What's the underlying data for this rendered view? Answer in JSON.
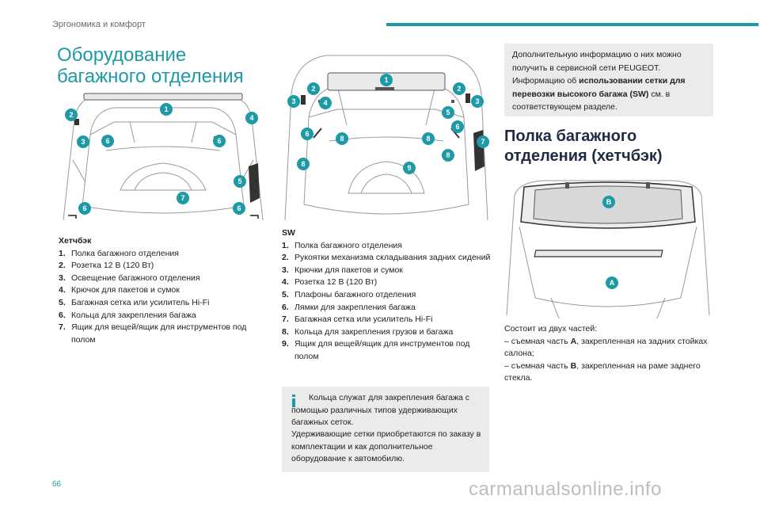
{
  "header": {
    "section": "Эргономика и комфорт",
    "accent_color": "#1e9aa6"
  },
  "page_title": "Оборудование багажного отделения",
  "hatchback": {
    "heading": "Хетчбэк",
    "items": [
      {
        "n": "1.",
        "t": "Полка багажного отделения"
      },
      {
        "n": "2.",
        "t": "Розетка 12 В (120 Вт)"
      },
      {
        "n": "3.",
        "t": "Освещение багажного отделения"
      },
      {
        "n": "4.",
        "t": "Крючок для пакетов и сумок"
      },
      {
        "n": "5.",
        "t": "Багажная сетка или усилитель Hi-Fi"
      },
      {
        "n": "6.",
        "t": "Кольца для закрепления багажа"
      },
      {
        "n": "7.",
        "t": "Ящик для вещей/ящик для инструментов под полом"
      }
    ]
  },
  "sw": {
    "heading": "SW",
    "items": [
      {
        "n": "1.",
        "t": "Полка багажного отделения"
      },
      {
        "n": "2.",
        "t": "Рукоятки механизма складывания задних сидений"
      },
      {
        "n": "3.",
        "t": "Крючки для пакетов и сумок"
      },
      {
        "n": "4.",
        "t": "Розетка 12 В (120 Вт)"
      },
      {
        "n": "5.",
        "t": "Плафоны багажного отделения"
      },
      {
        "n": "6.",
        "t": "Лямки для закрепления багажа"
      },
      {
        "n": "7.",
        "t": "Багажная сетка или усилитель Hi-Fi"
      },
      {
        "n": "8.",
        "t": "Кольца для закрепления грузов и багажа"
      },
      {
        "n": "9.",
        "t": "Ящик для вещей/ящик для инструментов под полом"
      }
    ]
  },
  "note": {
    "line1": "Кольца служат для закрепления багажа с помощью различных типов удерживающих багажных сеток.",
    "line2": "Удерживающие сетки приобретаются по заказу в комплектации и как дополнительное оборудование к автомобилю.",
    "icon": "info-i-icon"
  },
  "info": {
    "pre": "Дополнительную информацию о них можно получить в сервисной сети PEUGEOT. Информацию об ",
    "bold": "использовании сетки для перевозки высокого багажа (SW)",
    "post": " см. в соответствующем разделе."
  },
  "subsection_title": "Полка багажного отделения (хетчбэк)",
  "description": {
    "intro": "Состоит из двух частей:",
    "a_pre": "–  съемная часть ",
    "a_letter": "A",
    "a_post": ", закрепленная на задних стойках салона;",
    "b_pre": "–  съемная часть ",
    "b_letter": "B",
    "b_post": ", закрепленная на раме заднего стекла."
  },
  "figure_badges": {
    "hatchback": [
      "1",
      "2",
      "3",
      "4",
      "5",
      "6",
      "6",
      "6",
      "6",
      "7"
    ],
    "sw": [
      "1",
      "2",
      "2",
      "3",
      "3",
      "4",
      "5",
      "6",
      "6",
      "7",
      "8",
      "8",
      "8",
      "8",
      "9"
    ],
    "shelf": [
      "A",
      "B"
    ]
  },
  "page_number": "66",
  "watermark": "carmanualsonline.info"
}
